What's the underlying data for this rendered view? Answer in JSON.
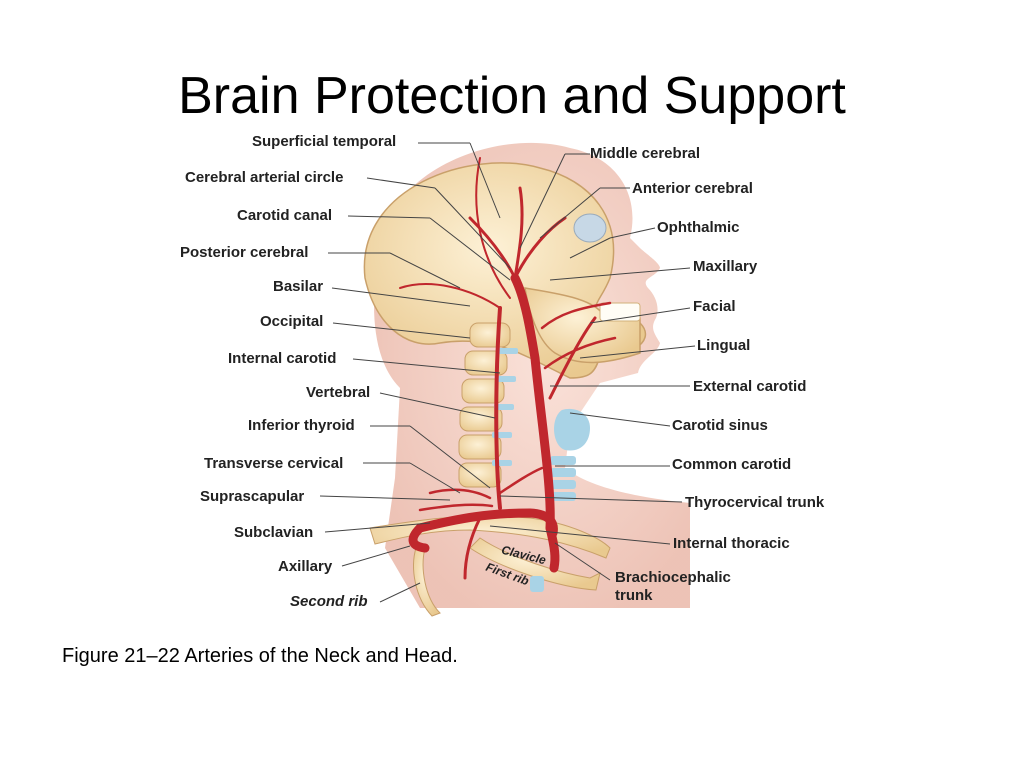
{
  "slide": {
    "title": "Brain Protection and Support",
    "caption": "Figure 21–22 Arteries of the Neck and Head."
  },
  "figure": {
    "left_labels": [
      "Superficial temporal",
      "Cerebral arterial circle",
      "Carotid canal",
      "Posterior cerebral",
      "Basilar",
      "Occipital",
      "Internal carotid",
      "Vertebral",
      "Inferior thyroid",
      "Transverse cervical",
      "Suprascapular",
      "Subclavian",
      "Axillary",
      "Second rib"
    ],
    "right_labels": [
      "Middle cerebral",
      "Anterior cerebral",
      "Ophthalmic",
      "Maxillary",
      "Facial",
      "Lingual",
      "External carotid",
      "Carotid sinus",
      "Common carotid",
      "Thyrocervical trunk",
      "Internal thoracic",
      "Brachiocephalic",
      "trunk"
    ],
    "inner_labels": [
      "Clavicle",
      "First rib"
    ]
  }
}
